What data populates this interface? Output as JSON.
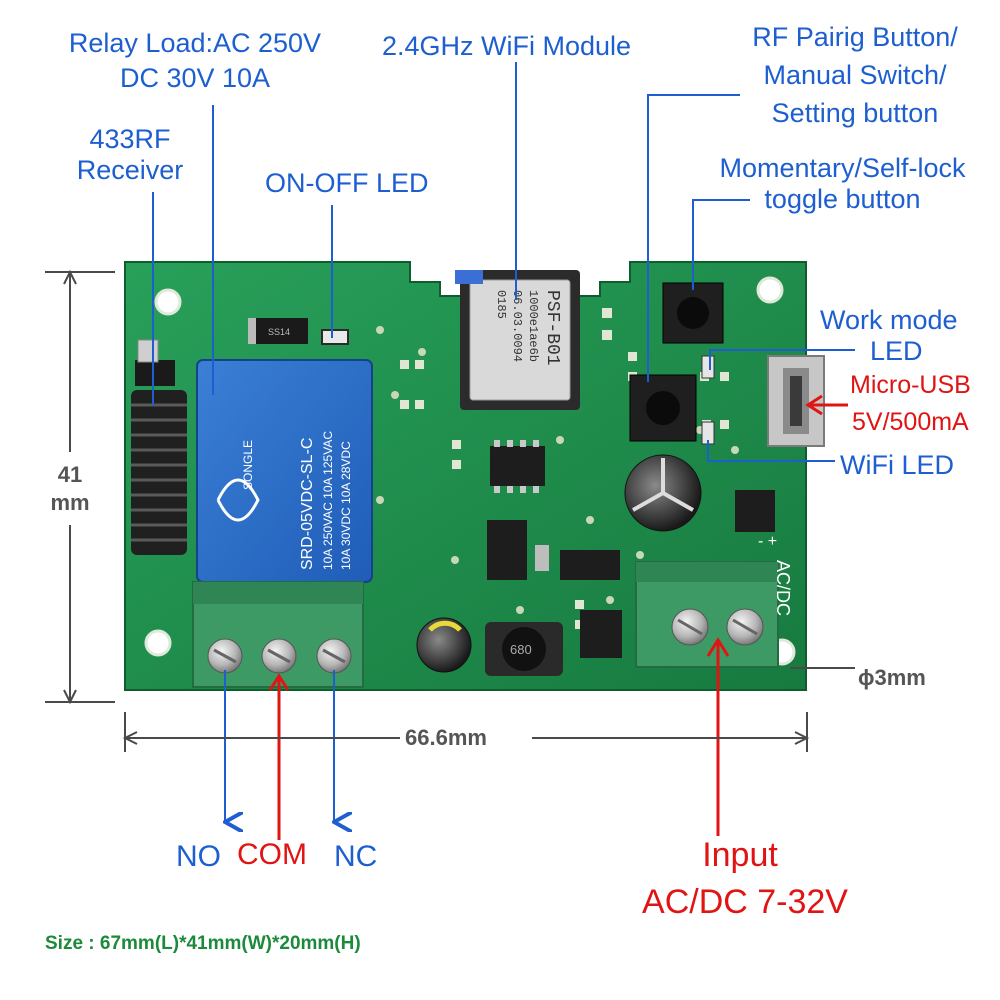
{
  "callouts": {
    "relay_load_1": "Relay Load:AC 250V",
    "relay_load_2": "DC 30V 10A",
    "wifi_module": "2.4GHz WiFi Module",
    "rf_btn_1": "RF Pairig Button/",
    "rf_btn_2": "Manual Switch/",
    "rf_btn_3": "Setting button",
    "rf_receiver_1": "433RF",
    "rf_receiver_2": "Receiver",
    "onoff_led": "ON-OFF LED",
    "momentary_1": "Momentary/Self-lock",
    "momentary_2": "toggle button",
    "workmode_1": "Work mode",
    "workmode_2": "LED",
    "usb_1": "Micro-USB",
    "usb_2": "5V/500mA",
    "wifi_led": "WiFi LED"
  },
  "dimensions": {
    "height_value": "41",
    "height_unit": "mm",
    "width": "66.6mm",
    "hole": "ϕ3mm"
  },
  "terminals": {
    "no": "NO",
    "com": "COM",
    "nc": "NC"
  },
  "input": {
    "line1": "Input",
    "line2": "AC/DC 7-32V"
  },
  "size_note": "Size : 67mm(L)*41mm(W)*20mm(H)",
  "components": {
    "module_text": [
      "PSF-B01",
      "1000e1ae6b",
      "06.03.0094",
      "0185"
    ],
    "relay_text": [
      "SRD-05VDC-SL-C",
      "10A 250VAC  10A 125VAC",
      "10A 30VDC  10A 28VDC",
      "SONGLE"
    ],
    "diode_text": "SS14",
    "inductor_text": "680",
    "pcb_silk": "AC/DC",
    "terminal_polarity": "- +"
  },
  "colors": {
    "callout_blue": "#1d5fd0",
    "warning_red": "#e11414",
    "pcb_green": "#1f8a4a",
    "size_green": "#1b8a3a"
  }
}
